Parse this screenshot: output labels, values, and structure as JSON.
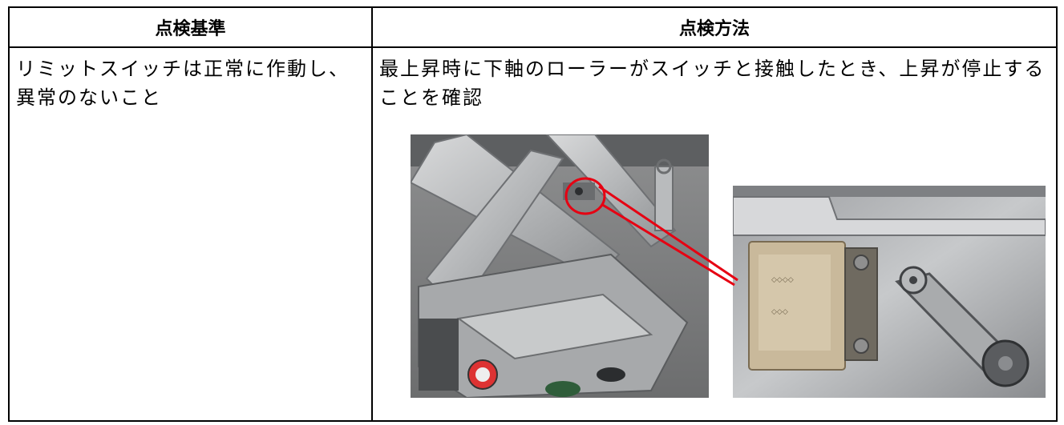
{
  "table": {
    "headers": [
      "点検基準",
      "点検方法"
    ],
    "criteria_text": "リミットスイッチは正常に作動し、異常のないこと",
    "method_text": "最上昇時に下軸のローラーがスイッチと接触したとき、上昇が停止することを確認"
  },
  "colors": {
    "highlight": "#e60012",
    "border": "#000000"
  }
}
